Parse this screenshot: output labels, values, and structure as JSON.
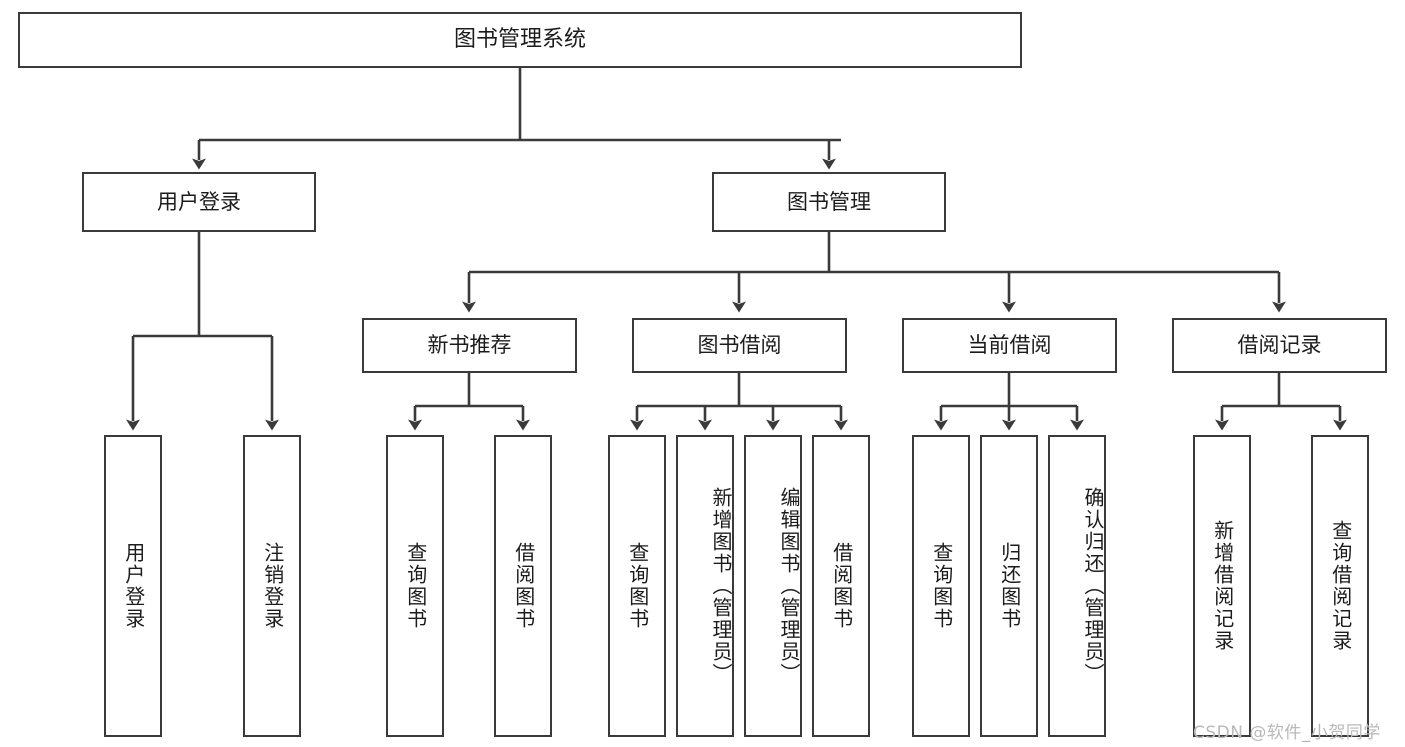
{
  "diagram": {
    "title": "图书管理系统",
    "type": "tree-hierarchy",
    "levels": 4,
    "root": {
      "label": "图书管理系统"
    },
    "level2": [
      {
        "label": "用户登录"
      },
      {
        "label": "图书管理"
      }
    ],
    "level3": [
      {
        "label": "新书推荐"
      },
      {
        "label": "图书借阅"
      },
      {
        "label": "当前借阅"
      },
      {
        "label": "借阅记录"
      }
    ],
    "leaves": {
      "user_login": [
        {
          "label": "用户登录"
        },
        {
          "label": "注销登录"
        }
      ],
      "new_book": [
        {
          "label": "查询图书"
        },
        {
          "label": "借阅图书"
        }
      ],
      "book_borrow": [
        {
          "label": "查询图书"
        },
        {
          "label": "新增图书（管理员）"
        },
        {
          "label": "编辑图书（管理员）"
        },
        {
          "label": "借阅图书"
        }
      ],
      "current_borrow": [
        {
          "label": "查询图书"
        },
        {
          "label": "归还图书"
        },
        {
          "label": "确认归还（管理员）"
        }
      ],
      "borrow_record": [
        {
          "label": "新增借阅记录"
        },
        {
          "label": "查询借阅记录"
        }
      ]
    }
  },
  "watermark": {
    "text": "CSDN @软件_小贺同学"
  },
  "colors": {
    "stroke": "#3a3a3a",
    "text": "#1c1c1c",
    "background": "#ffffff",
    "watermark": "#b9b9b9"
  }
}
